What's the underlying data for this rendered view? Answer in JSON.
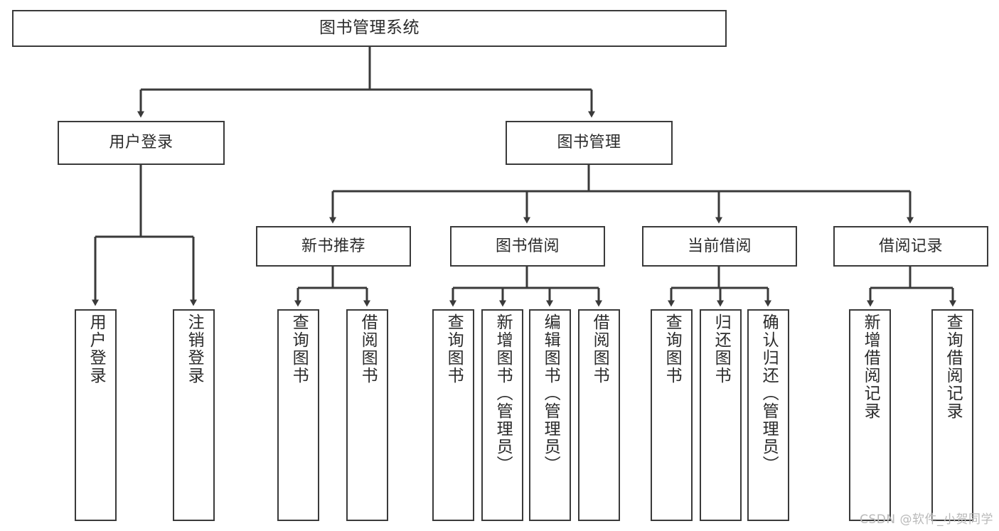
{
  "diagram": {
    "title": "图书管理系统",
    "type": "tree",
    "orientation": "top-down",
    "line_color": "#3a3a3a",
    "box_fill": "#ffffff",
    "text_color": "#2b2b2b",
    "watermark": "CSDN @软件_小贺同学"
  },
  "nodes": {
    "root": {
      "label": "图书管理系统"
    },
    "level2": [
      {
        "label": "用户登录"
      },
      {
        "label": "图书管理"
      }
    ],
    "level3": [
      {
        "label": "新书推荐"
      },
      {
        "label": "图书借阅"
      },
      {
        "label": "当前借阅"
      },
      {
        "label": "借阅记录"
      }
    ],
    "leaves_user_login": [
      {
        "label": "用户登录"
      },
      {
        "label": "注销登录"
      }
    ],
    "leaves_new_book": [
      {
        "label": "查询图书"
      },
      {
        "label": "借阅图书"
      }
    ],
    "leaves_borrow": [
      {
        "label": "查询图书"
      },
      {
        "label": "新增图书（管理员）"
      },
      {
        "label": "编辑图书（管理员）"
      },
      {
        "label": "借阅图书"
      }
    ],
    "leaves_current": [
      {
        "label": "查询图书"
      },
      {
        "label": "归还图书"
      },
      {
        "label": "确认归还（管理员）"
      }
    ],
    "leaves_records": [
      {
        "label": "新增借阅记录"
      },
      {
        "label": "查询借阅记录"
      }
    ]
  }
}
